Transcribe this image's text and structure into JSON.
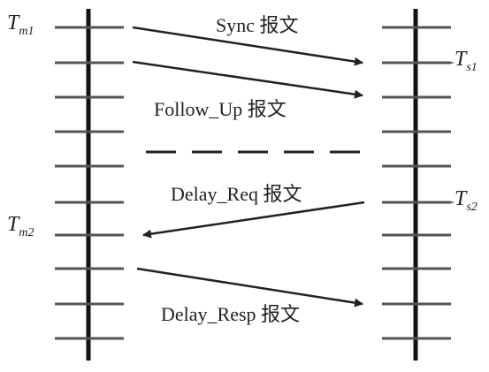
{
  "messages": {
    "sync": "Sync 报文",
    "follow_up": "Follow_Up 报文",
    "delay_req": "Delay_Req 报文",
    "delay_resp": "Delay_Resp 报文"
  },
  "timestamps": {
    "tm1": {
      "base": "T",
      "sub": "m1"
    },
    "ts1": {
      "base": "T",
      "sub": "s1"
    },
    "ts2": {
      "base": "T",
      "sub": "s2"
    },
    "tm2": {
      "base": "T",
      "sub": "m2"
    }
  },
  "colors": {
    "line": "#222222",
    "tick": "#555555"
  }
}
